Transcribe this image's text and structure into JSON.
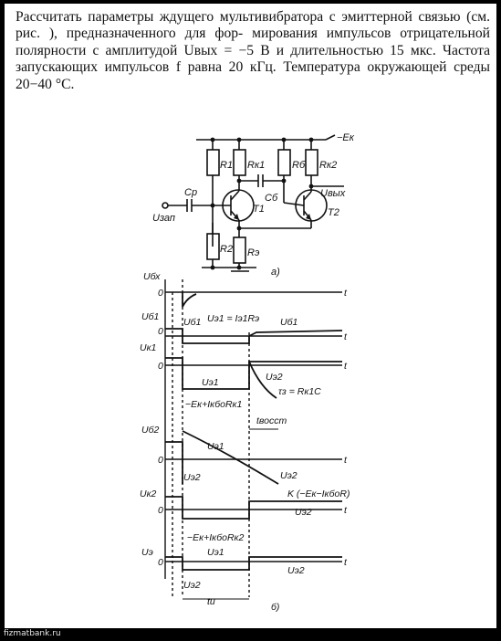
{
  "problem": {
    "line1": "Рассчитать параметры ждущего мультивибратора с",
    "line2": "эмиттерной связью (см. рис.      ), предназначенного для фор-",
    "line3": "мирования импульсов отрицательной полярности с амплитудой",
    "line4": "Uвых = −5 В и длительностью 15 мкс. Частота запускающих",
    "line5": "импульсов f равна 20 кГц. Температура окружающей среды",
    "line6": "20−40 °С."
  },
  "circuit": {
    "supply": "−Eк",
    "r1": "R1",
    "rk1": "Rк1",
    "rb": "Rб",
    "rk2": "Rк2",
    "r2": "R2",
    "r3": "Rэ",
    "cr": "Cр",
    "cb": "Cб",
    "t1": "T1",
    "t2": "T2",
    "input": "Uзап",
    "output": "Uвых",
    "caption": "а)"
  },
  "waveforms": {
    "t_axis": "t",
    "u_bx": "Uбх",
    "u_b1": "Uб1",
    "u_k1": "Uк1",
    "u_b2": "Uб2",
    "u_k2": "Uк2",
    "u_e": "Uэ",
    "zero": "0",
    "n_ub1": "Uб1",
    "n_ue_formula": "Uэ1 = Iэ1Rэ",
    "n_ub1_right": "Uб1",
    "n_ue1_k1": "Uэ1",
    "n_ue2_k1": "Uэ2",
    "n_ek_k1": "−Eк+IкбоRк1",
    "n_tau": "τз = Rк1C",
    "n_tvost": "tвосст",
    "n_ue1_b2": "Uэ1",
    "n_ue2_b2": "Uэ2",
    "n_ue2_b2b": "Uэ2",
    "n_k": "K (−Eк−IкбоR)",
    "n_ek_k2": "−Eк+IкбоRк2",
    "n_ue2_k2": "Uэ2",
    "n_ue1_e": "Uэ1",
    "n_ue2_e": "Uэ2",
    "n_ue2_e_right": "Uэ2",
    "n_tn": "tи",
    "caption": "б)"
  },
  "watermark": "fizmatbank.ru"
}
